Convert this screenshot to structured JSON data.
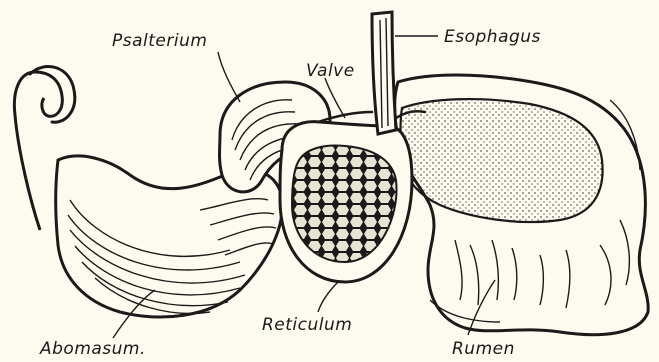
{
  "labels": {
    "psalterium": "Psalterium",
    "valve": "Valve",
    "esophagus": "Esophagus",
    "reticulum": "Reticulum",
    "abomasum": "Abomasum.",
    "rumen": "Rumen"
  },
  "colors": {
    "ink": "#1a1a1a",
    "paper": "#fdfbf0"
  }
}
